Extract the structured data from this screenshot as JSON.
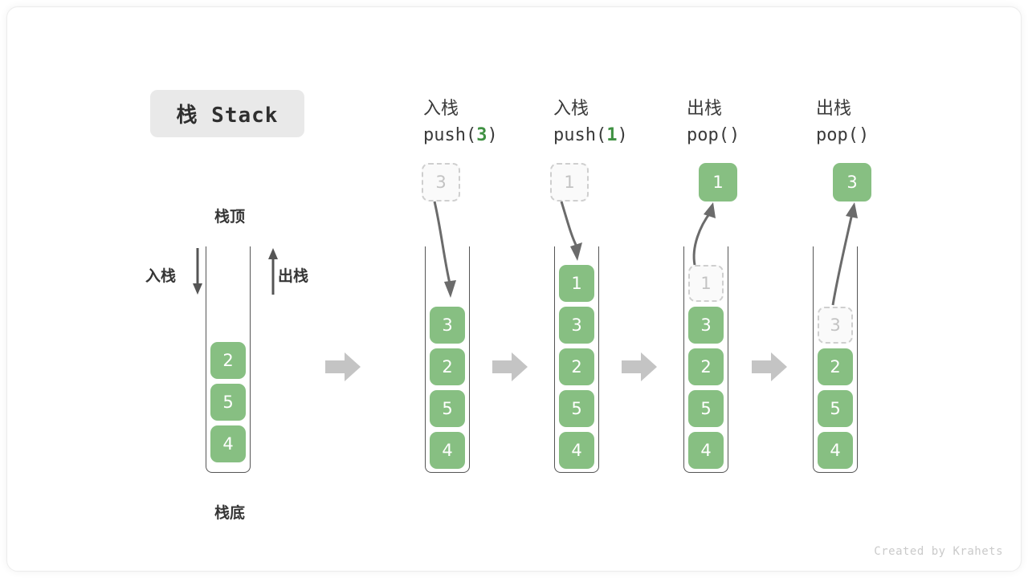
{
  "figure": {
    "title": "栈 Stack",
    "watermark": "Created by Krahets",
    "accent_green": "#87bf82",
    "accent_green_text": "#3f9142",
    "rail_color": "#555555",
    "ghost_color": "#c3c3c3",
    "block_arrow_color": "#c4c4c4",
    "curve_arrow_color": "#6b6b6b"
  },
  "legend": {
    "top_label": "栈顶",
    "bottom_label": "栈底",
    "push_label": "入栈",
    "pop_label": "出栈"
  },
  "steps": [
    {
      "id": "initial",
      "op_cjk": "",
      "op_code": "",
      "op_arg": "",
      "floating": null,
      "stack": [
        "2",
        "5",
        "4"
      ],
      "ghost_index": null
    },
    {
      "id": "push-3",
      "op_cjk": "入栈",
      "op_code_prefix": "push(",
      "op_arg": "3",
      "op_code_suffix": ")",
      "floating": {
        "value": "3",
        "state": "ghost"
      },
      "stack": [
        "3",
        "2",
        "5",
        "4"
      ],
      "ghost_index": null
    },
    {
      "id": "push-1",
      "op_cjk": "入栈",
      "op_code_prefix": "push(",
      "op_arg": "1",
      "op_code_suffix": ")",
      "floating": {
        "value": "1",
        "state": "ghost"
      },
      "stack": [
        "1",
        "3",
        "2",
        "5",
        "4"
      ],
      "ghost_index": null
    },
    {
      "id": "pop-1",
      "op_cjk": "出栈",
      "op_code_prefix": "pop(",
      "op_arg": "",
      "op_code_suffix": ")",
      "floating": {
        "value": "1",
        "state": "filled"
      },
      "stack": [
        "1",
        "3",
        "2",
        "5",
        "4"
      ],
      "ghost_index": 0
    },
    {
      "id": "pop-3",
      "op_cjk": "出栈",
      "op_code_prefix": "pop(",
      "op_arg": "",
      "op_code_suffix": ")",
      "floating": {
        "value": "3",
        "state": "filled"
      },
      "stack": [
        "3",
        "2",
        "5",
        "4"
      ],
      "ghost_index": 0
    }
  ],
  "transitions": [
    "arrow",
    "arrow",
    "arrow",
    "arrow"
  ]
}
